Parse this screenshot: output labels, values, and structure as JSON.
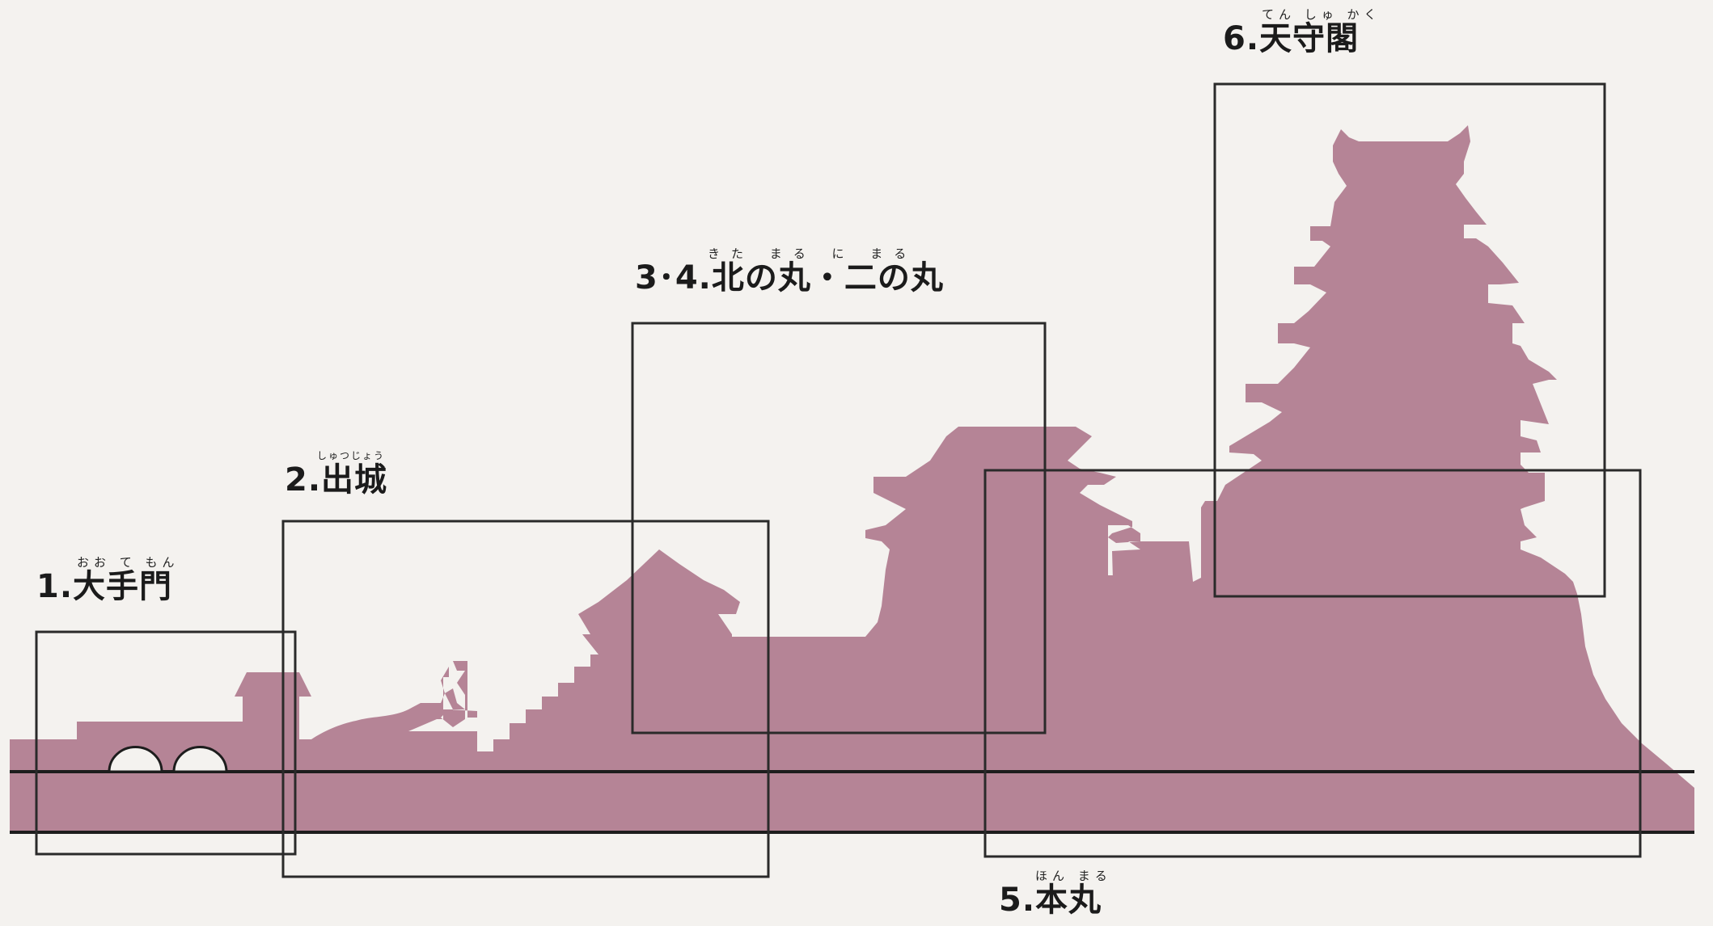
{
  "areas": [
    {
      "id": "otemon",
      "ruby": "おお て もん",
      "label": "1.大手門"
    },
    {
      "id": "dejiro",
      "ruby": "しゅつじょう",
      "label": "2.出城"
    },
    {
      "id": "kitanomaru",
      "ruby": "きた まる に まる",
      "label": "3･4.北の丸・二の丸"
    },
    {
      "id": "honmaru",
      "ruby": "ほん まる",
      "label": "5.本丸"
    },
    {
      "id": "tenshukaku",
      "ruby": "てん しゅ かく",
      "label": "6.天守閣"
    }
  ],
  "colors": {
    "silhouette": "#b58496",
    "frame": "#2a2a2a",
    "background": "#f4f2ef"
  }
}
